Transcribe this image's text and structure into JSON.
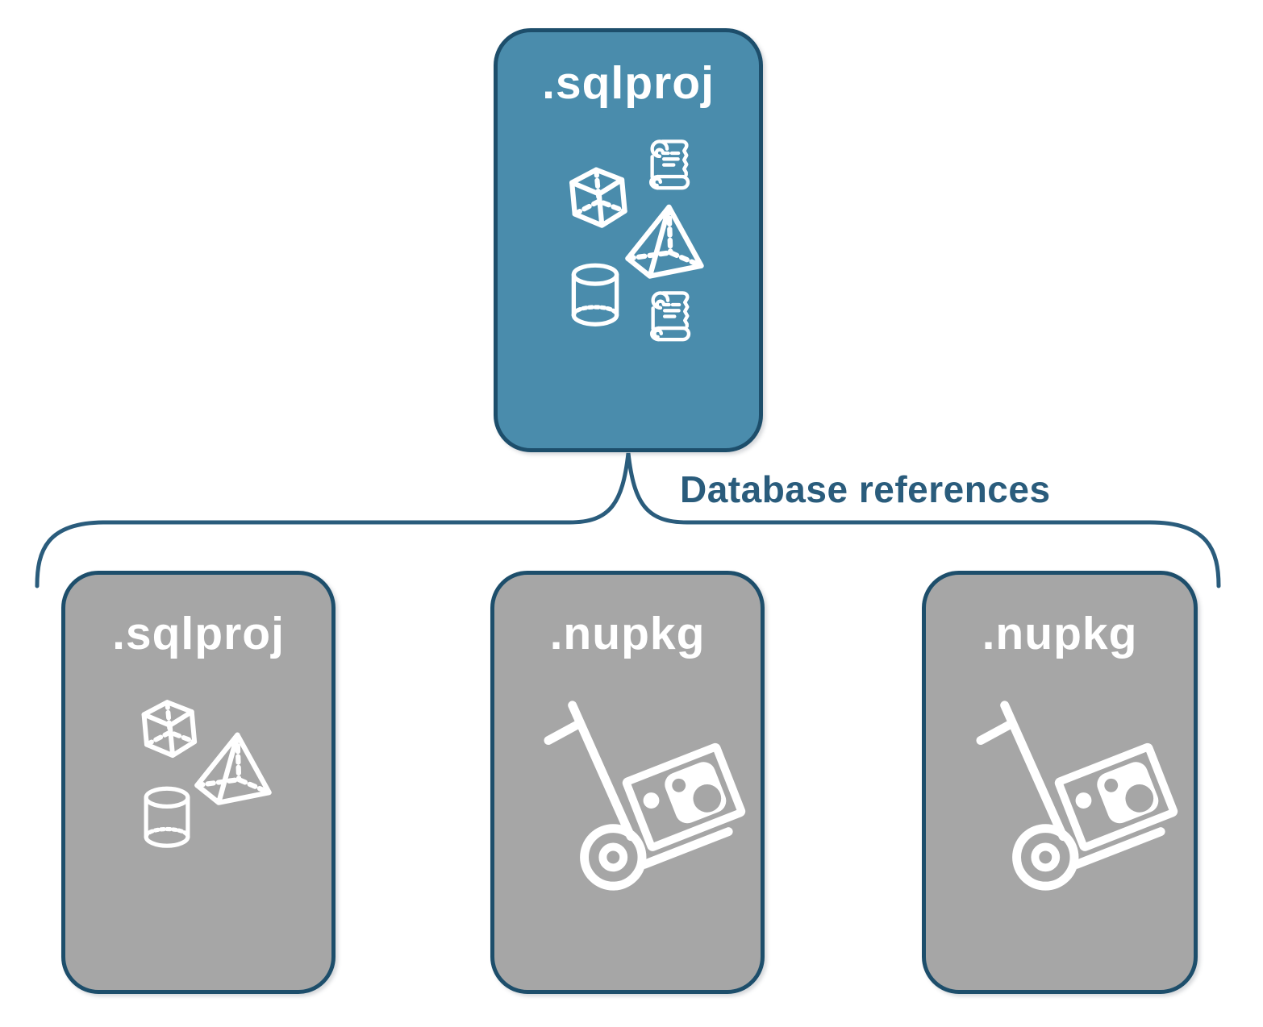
{
  "root_box": {
    "label": ".sqlproj",
    "icons": [
      "cube-icon",
      "script-scroll-icon",
      "pyramid-icon",
      "cylinder-icon",
      "script-scroll-icon"
    ]
  },
  "connector": {
    "label": "Database references"
  },
  "child_boxes": [
    {
      "label": ".sqlproj",
      "icons": [
        "cube-icon",
        "pyramid-icon",
        "cylinder-icon"
      ]
    },
    {
      "label": ".nupkg",
      "icons": [
        "handtruck-package-icon"
      ]
    },
    {
      "label": ".nupkg",
      "icons": [
        "handtruck-package-icon"
      ]
    }
  ],
  "colors": {
    "root_fill": "#4A8CAC",
    "child_fill": "#A6A6A6",
    "border": "#1D4E6B",
    "connector_line": "#2A5C7C",
    "icon_stroke": "#FFFFFF"
  }
}
